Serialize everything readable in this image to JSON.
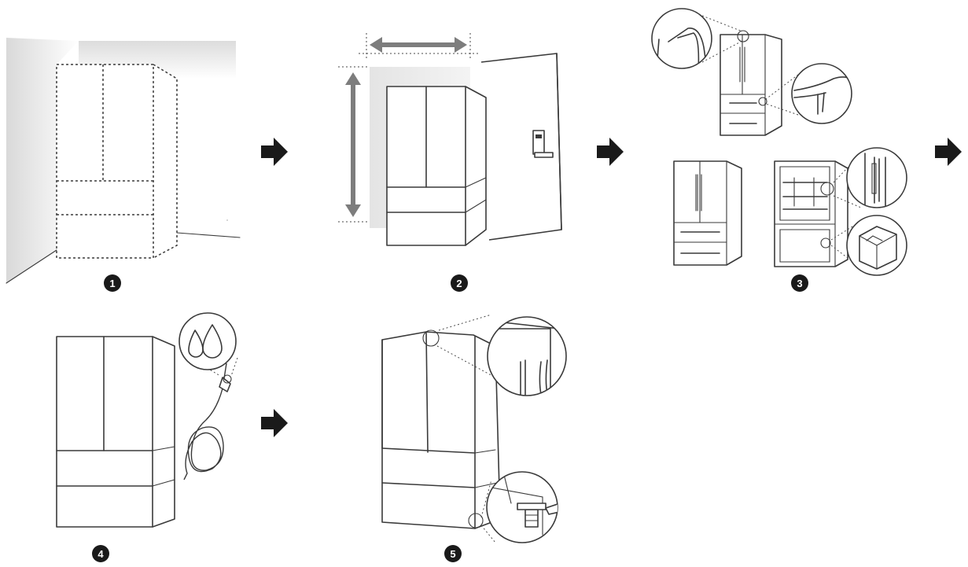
{
  "diagram": {
    "steps": [
      {
        "number": "1",
        "illustration": "measure-space-fridge-icon"
      },
      {
        "number": "2",
        "illustration": "measure-doorway-icon"
      },
      {
        "number": "3",
        "illustration": "remove-handles-drawers-icon"
      },
      {
        "number": "4",
        "illustration": "water-supply-connection-icon"
      },
      {
        "number": "5",
        "illustration": "level-and-align-doors-icon"
      }
    ],
    "arrows": [
      "next-step-arrow-icon",
      "next-step-arrow-icon",
      "next-step-arrow-icon",
      "next-step-arrow-icon"
    ],
    "colors": {
      "line": "#3a3a3a",
      "badge": "#1a1a1a",
      "badge_text": "#ffffff",
      "arrow": "#1a1a1a",
      "measure_arrow": "#7d7d7d",
      "shade": "#e6e6e6"
    }
  }
}
